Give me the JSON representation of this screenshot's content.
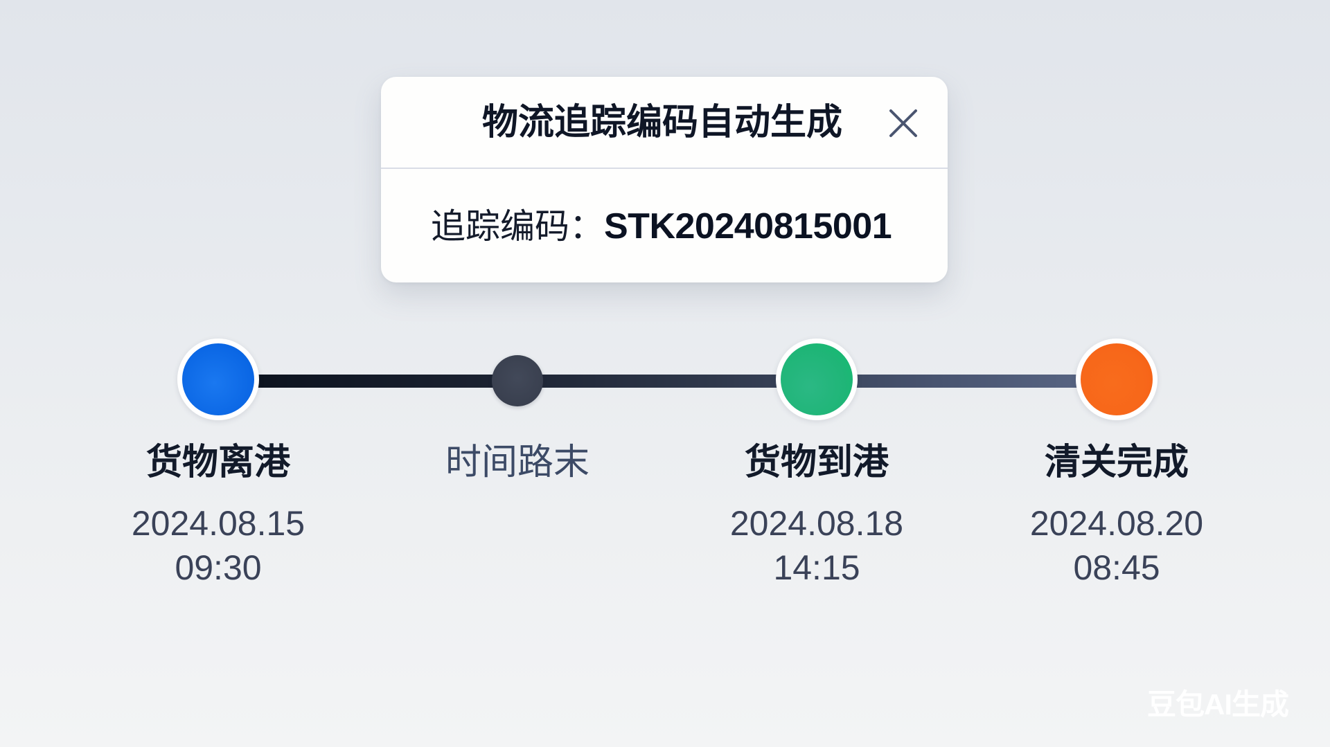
{
  "dialog": {
    "title": "物流追踪编码自动生成",
    "close_icon": "close-icon",
    "code_label": "追踪编码：",
    "code_value": "STK20240815001"
  },
  "timeline": {
    "nodes": [
      {
        "label": "货物离港",
        "date": "2024.08.15",
        "time": "09:30",
        "color": "#0a6ae6",
        "state": "done"
      },
      {
        "label": "时间路末",
        "date": "",
        "time": "",
        "color": "#3b4151",
        "state": "pending"
      },
      {
        "label": "货物到港",
        "date": "2024.08.18",
        "time": "14:15",
        "color": "#1eb57a",
        "state": "done"
      },
      {
        "label": "清关完成",
        "date": "2024.08.20",
        "time": "08:45",
        "color": "#f76716",
        "state": "done"
      }
    ]
  },
  "watermark": "豆包AI生成"
}
